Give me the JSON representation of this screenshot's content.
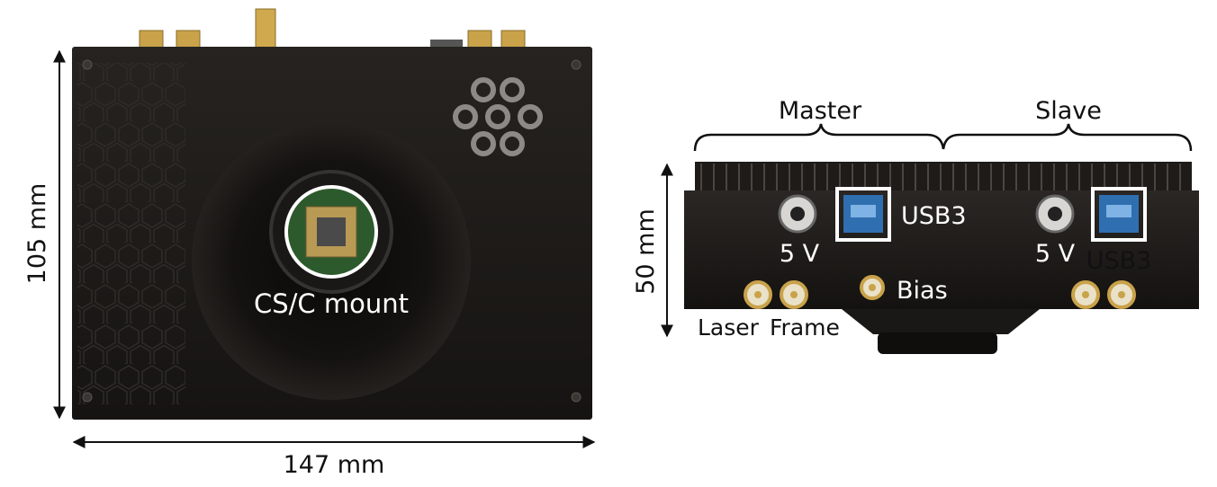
{
  "front_view": {
    "width_label": "147 mm",
    "height_label": "105 mm",
    "mount_label": "CS/C mount",
    "logo_icon": "dot-hexagon-logo-icon"
  },
  "side_view": {
    "height_label": "50 mm",
    "master_label": "Master",
    "slave_label": "Slave",
    "master_power_label": "5 V",
    "master_usb_label": "USB3",
    "slave_power_label": "5 V",
    "slave_usb_label": "USB3",
    "bias_label": "Bias",
    "laser_label": "Laser",
    "frame_label": "Frame"
  },
  "colors": {
    "device_body": "#1c1a18",
    "connector_gold": "#c9a24a",
    "usb_blue": "#2f6fb0",
    "text": "#111111",
    "label_white": "#ffffff"
  }
}
